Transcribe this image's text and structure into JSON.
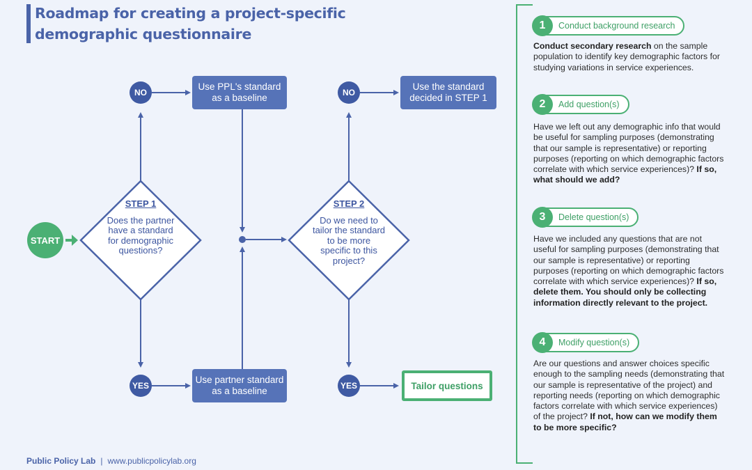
{
  "title": {
    "line1": "Roadmap for creating a project-specific",
    "line2": "demographic questionnaire"
  },
  "flow": {
    "start": "START",
    "step1": {
      "step_label": "STEP 1",
      "question": "Does the partner have a standard for demographic questions?"
    },
    "step2": {
      "step_label": "STEP 2",
      "question": "Do we need to tailor the standard to be more specific to this project?"
    },
    "no_1": "NO",
    "yes_1": "YES",
    "no_2": "NO",
    "yes_2": "YES",
    "box_ppl": {
      "line1": "Use PPL's standard",
      "line2": "as a baseline"
    },
    "box_partner": {
      "line1": "Use partner standard",
      "line2": "as a baseline"
    },
    "box_decided": {
      "line1": "Use the standard",
      "line2": "decided in STEP 1"
    },
    "tailor": "Tailor questions"
  },
  "steps": [
    {
      "num": "1",
      "label": "Conduct background research",
      "bold_lead": "Conduct secondary research",
      "text": " on the sample population to identify key demographic factors for studying variations in service experiences.",
      "bold_tail": ""
    },
    {
      "num": "2",
      "label": "Add question(s)",
      "bold_lead": "",
      "text": "Have we left out any demographic info that would be useful for sampling purposes (demonstrating that our sample is representative) or reporting purposes (reporting on which demographic factors correlate with which service experiences)? ",
      "bold_tail": "If so, what should we add?"
    },
    {
      "num": "3",
      "label": "Delete question(s)",
      "bold_lead": "",
      "text": "Have we included any questions that are not useful for sampling purposes (demonstrating that our sample is representative) or reporting purposes (reporting on which demographic factors correlate with which service experiences)? ",
      "bold_tail": "If so, delete them. You should only be collecting information directly relevant to the project."
    },
    {
      "num": "4",
      "label": "Modify question(s)",
      "bold_lead": "",
      "text": "Are our questions and answer choices specific enough to the sampling needs (demonstrating that our sample is representative of the project) and reporting needs (reporting on which demographic factors correlate with which service experiences) of the project? ",
      "bold_tail": "If not, how can we modify them to be more specific?"
    }
  ],
  "footer": {
    "org": "Public Policy Lab",
    "separator": "|",
    "url": "www.publicpolicylab.org"
  },
  "colors": {
    "blue": "#4a63a8",
    "box_blue": "#5673b8",
    "green": "#4bb074",
    "background": "#eff3fb"
  }
}
